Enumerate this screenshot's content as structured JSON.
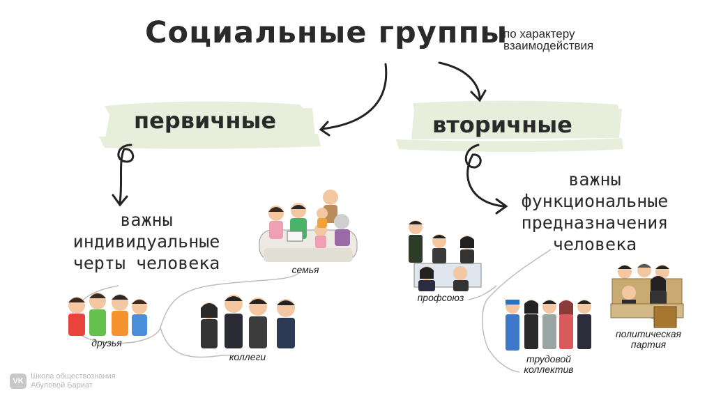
{
  "title": "Социальные группы",
  "subtitle": [
    "по характеру",
    "взаимодействия"
  ],
  "primary": {
    "label": "первичные",
    "description": [
      "важны",
      "индивидуальные",
      "черты человека"
    ],
    "examples": {
      "family": "семья",
      "friends": "друзья",
      "colleagues": "коллеги"
    }
  },
  "secondary": {
    "label": "вторичные",
    "description": [
      "важны",
      "функциональные",
      "предназначения",
      "человека"
    ],
    "examples": {
      "union": "профсоюз",
      "party": [
        "политическая",
        "партия"
      ],
      "workforce": [
        "трудовой",
        "коллектив"
      ]
    }
  },
  "watermark": {
    "logo": "VK",
    "lines": [
      "Школа обществознания",
      "Абуловой Бариат"
    ]
  },
  "colors": {
    "pill": "#e7eedc",
    "ink": "#2a2a2a",
    "curve": "#bdbdbd"
  }
}
